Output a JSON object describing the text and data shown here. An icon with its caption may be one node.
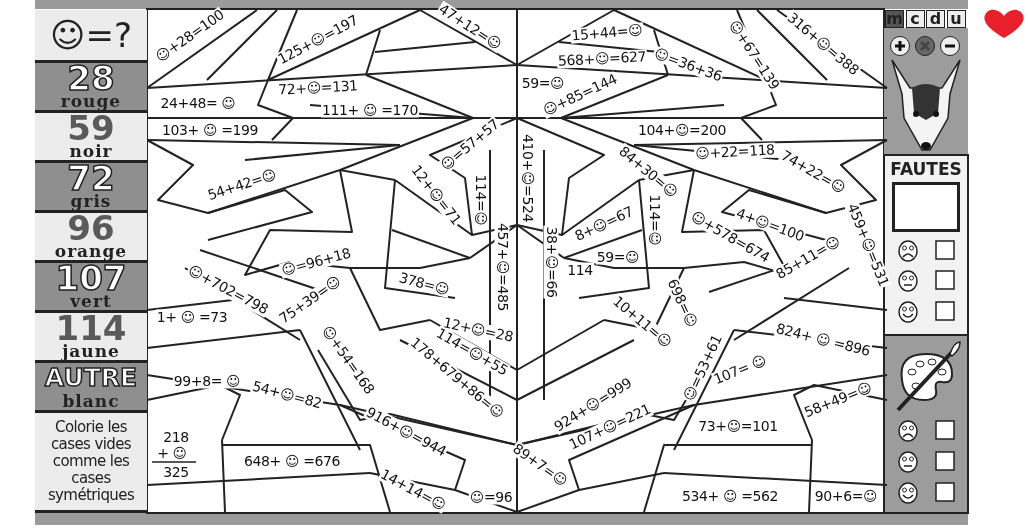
{
  "diagram": {
    "nodes": [
      {
        "text": [
          "☺=?"
        ]
      },
      {
        "text": [
          "28",
          "rouge"
        ]
      },
      {
        "text": [
          "59",
          "noir"
        ]
      },
      {
        "text": [
          "72",
          "gris"
        ]
      },
      {
        "text": [
          "96",
          "orange"
        ]
      },
      {
        "text": [
          "107",
          "vert"
        ]
      },
      {
        "text": [
          "114",
          "jaune"
        ]
      },
      {
        "text": [
          "AUTRE",
          "blanc"
        ]
      },
      {
        "text": [
          "Colorie les cases vides comme les cases symétriques"
        ]
      },
      {
        "text": [
          "m"
        ]
      },
      {
        "text": [
          "c"
        ]
      },
      {
        "text": [
          "d"
        ]
      },
      {
        "text": [
          "u"
        ]
      },
      {
        "text": [
          "FAUTES"
        ]
      }
    ],
    "labels": [
      "☺+28=100",
      "125+☺=197",
      "47+12=☺",
      "72+☺=131",
      "24+48= ☺",
      "111+ ☺ =170",
      "103+ ☺ =199",
      "☺=57+57",
      "54+42=☺",
      "12+☺=71",
      "114=☺",
      "410+☺=524",
      "457+☺=485",
      "38+☺=66",
      "☺=96+18",
      "378=☺",
      "☺+702=798",
      "75+39=☺",
      "1+ ☺ =73",
      "12+☺=28",
      "☺+54=168",
      "114=☺+55",
      "178+679+86=☺",
      "99+8= ☺",
      "54+☺=82",
      "218",
      "+ ☺",
      "325",
      "648+ ☺ =676",
      "916+☺=944",
      "14+14=☺",
      "☺=96",
      "15+44=☺",
      "568+☺=627",
      "☺=36+36",
      "☺+67=139",
      "316+☺=388",
      "59=☺",
      "☺+85=144",
      "104+☺=200",
      "☺+22=118",
      "84+30=☺",
      "74+22=☺",
      "8+☺=67",
      "114=☺",
      "4+☺=100",
      "☺+578=674",
      "459+☺=531",
      "59=☺",
      "114",
      "698=☺",
      "85+11=☺",
      "10+11=☺",
      "824+ ☺ =896",
      "☺=53+61",
      "107= ☺",
      "924+☺=999",
      "107+☺=221",
      "58+49=☺",
      "73+☺=101",
      "89+7=☺",
      "534+ ☺ =562",
      "90+6=☺"
    ]
  }
}
